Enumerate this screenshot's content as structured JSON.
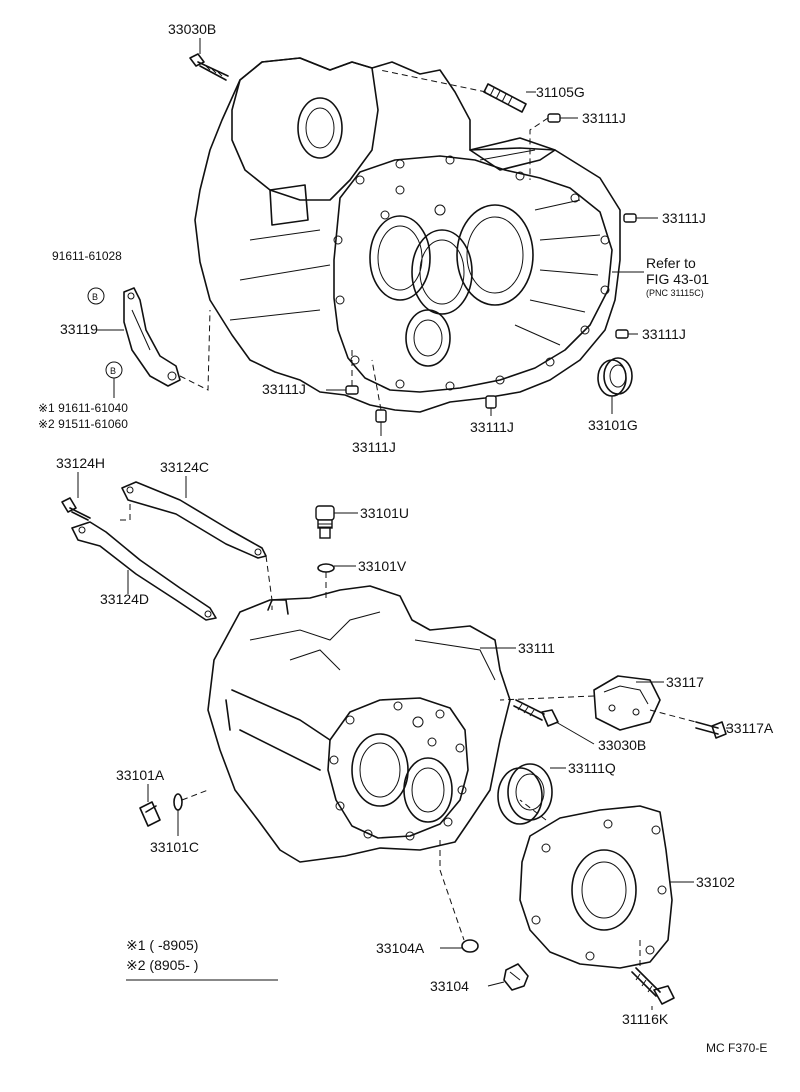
{
  "labels": {
    "p33030b_top": "33030B",
    "p31105g": "31105G",
    "p33111j_1": "33111J",
    "p33111j_2": "33111J",
    "p33111j_3": "33111J",
    "p33111j_4": "33111J",
    "p33111j_5": "33111J",
    "p33111j_6": "33111J",
    "refer_line1": "Refer to",
    "refer_line2": "FIG 43-01",
    "refer_line3": "(PNC 31115C)",
    "p91611_61028": "91611-61028",
    "p33119": "33119",
    "p91611_61040": "※1 91611-61040",
    "p91511_61060": "※2 91511-61060",
    "p33101g": "33101G",
    "p33124h": "33124H",
    "p33124c": "33124C",
    "p33124d": "33124D",
    "p33101u": "33101U",
    "p33101v": "33101V",
    "p33111": "33111",
    "p33117": "33117",
    "p33117a": "33117A",
    "p33030b_bottom": "33030B",
    "p33111q": "33111Q",
    "p33101a": "33101A",
    "p33101c": "33101C",
    "p33102": "33102",
    "p33104a": "33104A",
    "p33104": "33104",
    "p31116k": "31116K",
    "note1": "※1 (      -8905)",
    "note2": "※2 (8905-        )",
    "figure_code": "MC F370-E"
  },
  "callout_symbol": "B"
}
